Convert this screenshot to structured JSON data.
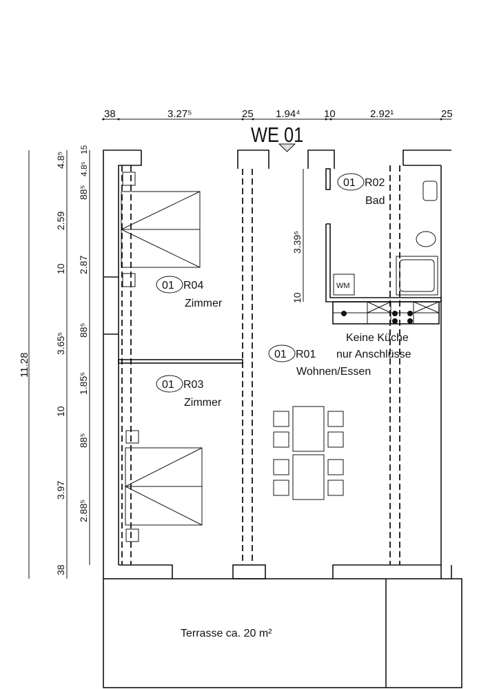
{
  "title": "WE 01",
  "top_dimensions": [
    "38",
    "3.27⁵",
    "25",
    "1.94⁴",
    "10",
    "2.92¹",
    "25"
  ],
  "left_total": "11.28",
  "left_outer_dimensions": [
    "4.8⁵",
    "2.59",
    "10",
    "3.65⁵",
    "10",
    "3.97",
    "38"
  ],
  "left_inner_dimensions": [
    "15",
    "4.8⁵",
    "88⁵",
    "2.87",
    "88⁵",
    "1.85⁵",
    "88⁵",
    "2.88⁵"
  ],
  "bath_dimensions": [
    "3.39⁵",
    "10"
  ],
  "rooms": [
    {
      "unit": "01",
      "code": "R04",
      "name": "Zimmer"
    },
    {
      "unit": "01",
      "code": "R03",
      "name": "Zimmer"
    },
    {
      "unit": "01",
      "code": "R01",
      "name": "Wohnen/Essen"
    },
    {
      "unit": "01",
      "code": "R02",
      "name": "Bad"
    }
  ],
  "washing_machine": "WM",
  "kitchen_note": [
    "Keine Küche",
    "nur Anschlüsse"
  ],
  "terrace": "Terrasse ca. 20 m²"
}
